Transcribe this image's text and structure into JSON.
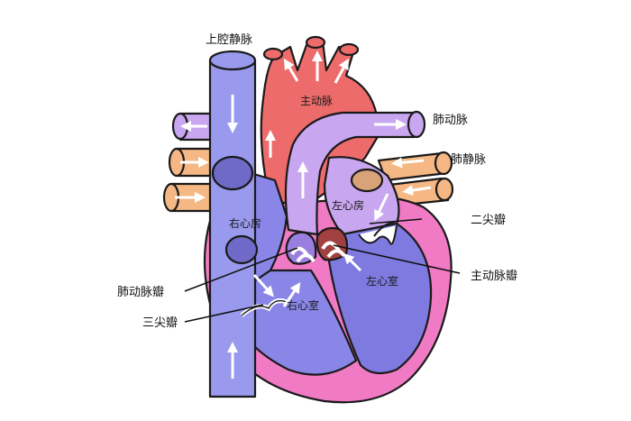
{
  "labels": {
    "superior_vena_cava": "上腔静脉",
    "aorta": "主动脉",
    "pulmonary_artery": "肺动脉",
    "pulmonary_vein": "肺静脉",
    "right_atrium": "右心房",
    "left_atrium": "左心房",
    "mitral_valve": "二尖瓣",
    "pulmonary_valve": "肺动脉瓣",
    "aortic_valve": "主动脉瓣",
    "tricuspid_valve": "三尖瓣",
    "right_ventricle": "右心室",
    "left_ventricle": "左心室"
  },
  "colors": {
    "vena_cava": "#9999ee",
    "aorta": "#ee6b6b",
    "pulmonary_artery": "#c9a6f0",
    "pulmonary_vein": "#f5b784",
    "heart_wall": "#f07ac4",
    "right_chambers": "#8a86e8",
    "left_atrium": "#c9a6f0",
    "left_ventricle": "#7e7ae0",
    "valve_dark": "#a04040",
    "outline": "#1a1a1a"
  }
}
